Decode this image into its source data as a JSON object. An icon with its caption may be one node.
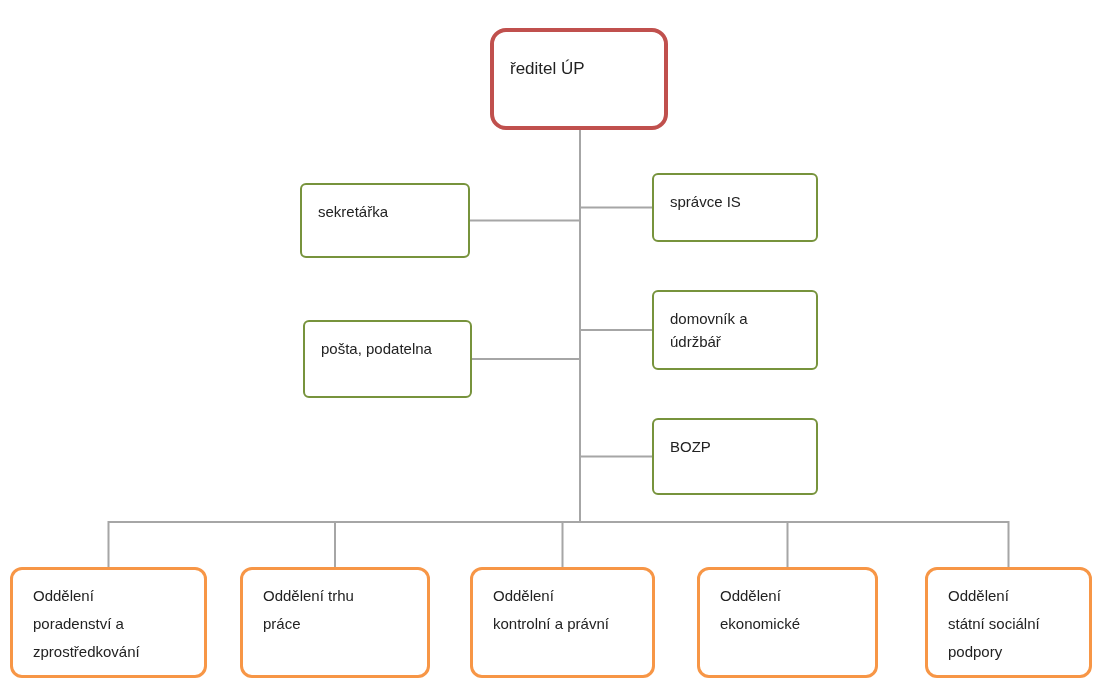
{
  "diagram": {
    "nodes": [
      {
        "text": [
          "ředitel ÚP"
        ]
      },
      {
        "text": [
          "sekretářka"
        ]
      },
      {
        "text": [
          "správce IS"
        ]
      },
      {
        "text": [
          "pošta, podatelna"
        ]
      },
      {
        "text": [
          "domovník a údržbář"
        ]
      },
      {
        "text": [
          "BOZP"
        ]
      },
      {
        "text": [
          "Oddělení poradenství a zprostředkování"
        ]
      },
      {
        "text": [
          "Oddělení trhu práce"
        ]
      },
      {
        "text": [
          "Oddělení kontrolní a právní"
        ]
      },
      {
        "text": [
          "Oddělení ekonomické"
        ]
      },
      {
        "text": [
          "Oddělení státní sociální podpory"
        ]
      }
    ],
    "edges": [
      {
        "from": 0,
        "to": 1,
        "arrow": "none"
      },
      {
        "from": 0,
        "to": 2,
        "arrow": "none"
      },
      {
        "from": 0,
        "to": 3,
        "arrow": "none"
      },
      {
        "from": 0,
        "to": 4,
        "arrow": "none"
      },
      {
        "from": 0,
        "to": 5,
        "arrow": "none"
      },
      {
        "from": 0,
        "to": 6,
        "arrow": "none"
      },
      {
        "from": 0,
        "to": 7,
        "arrow": "none"
      },
      {
        "from": 0,
        "to": 8,
        "arrow": "none"
      },
      {
        "from": 0,
        "to": 9,
        "arrow": "none"
      },
      {
        "from": 0,
        "to": 10,
        "arrow": "none"
      }
    ]
  }
}
